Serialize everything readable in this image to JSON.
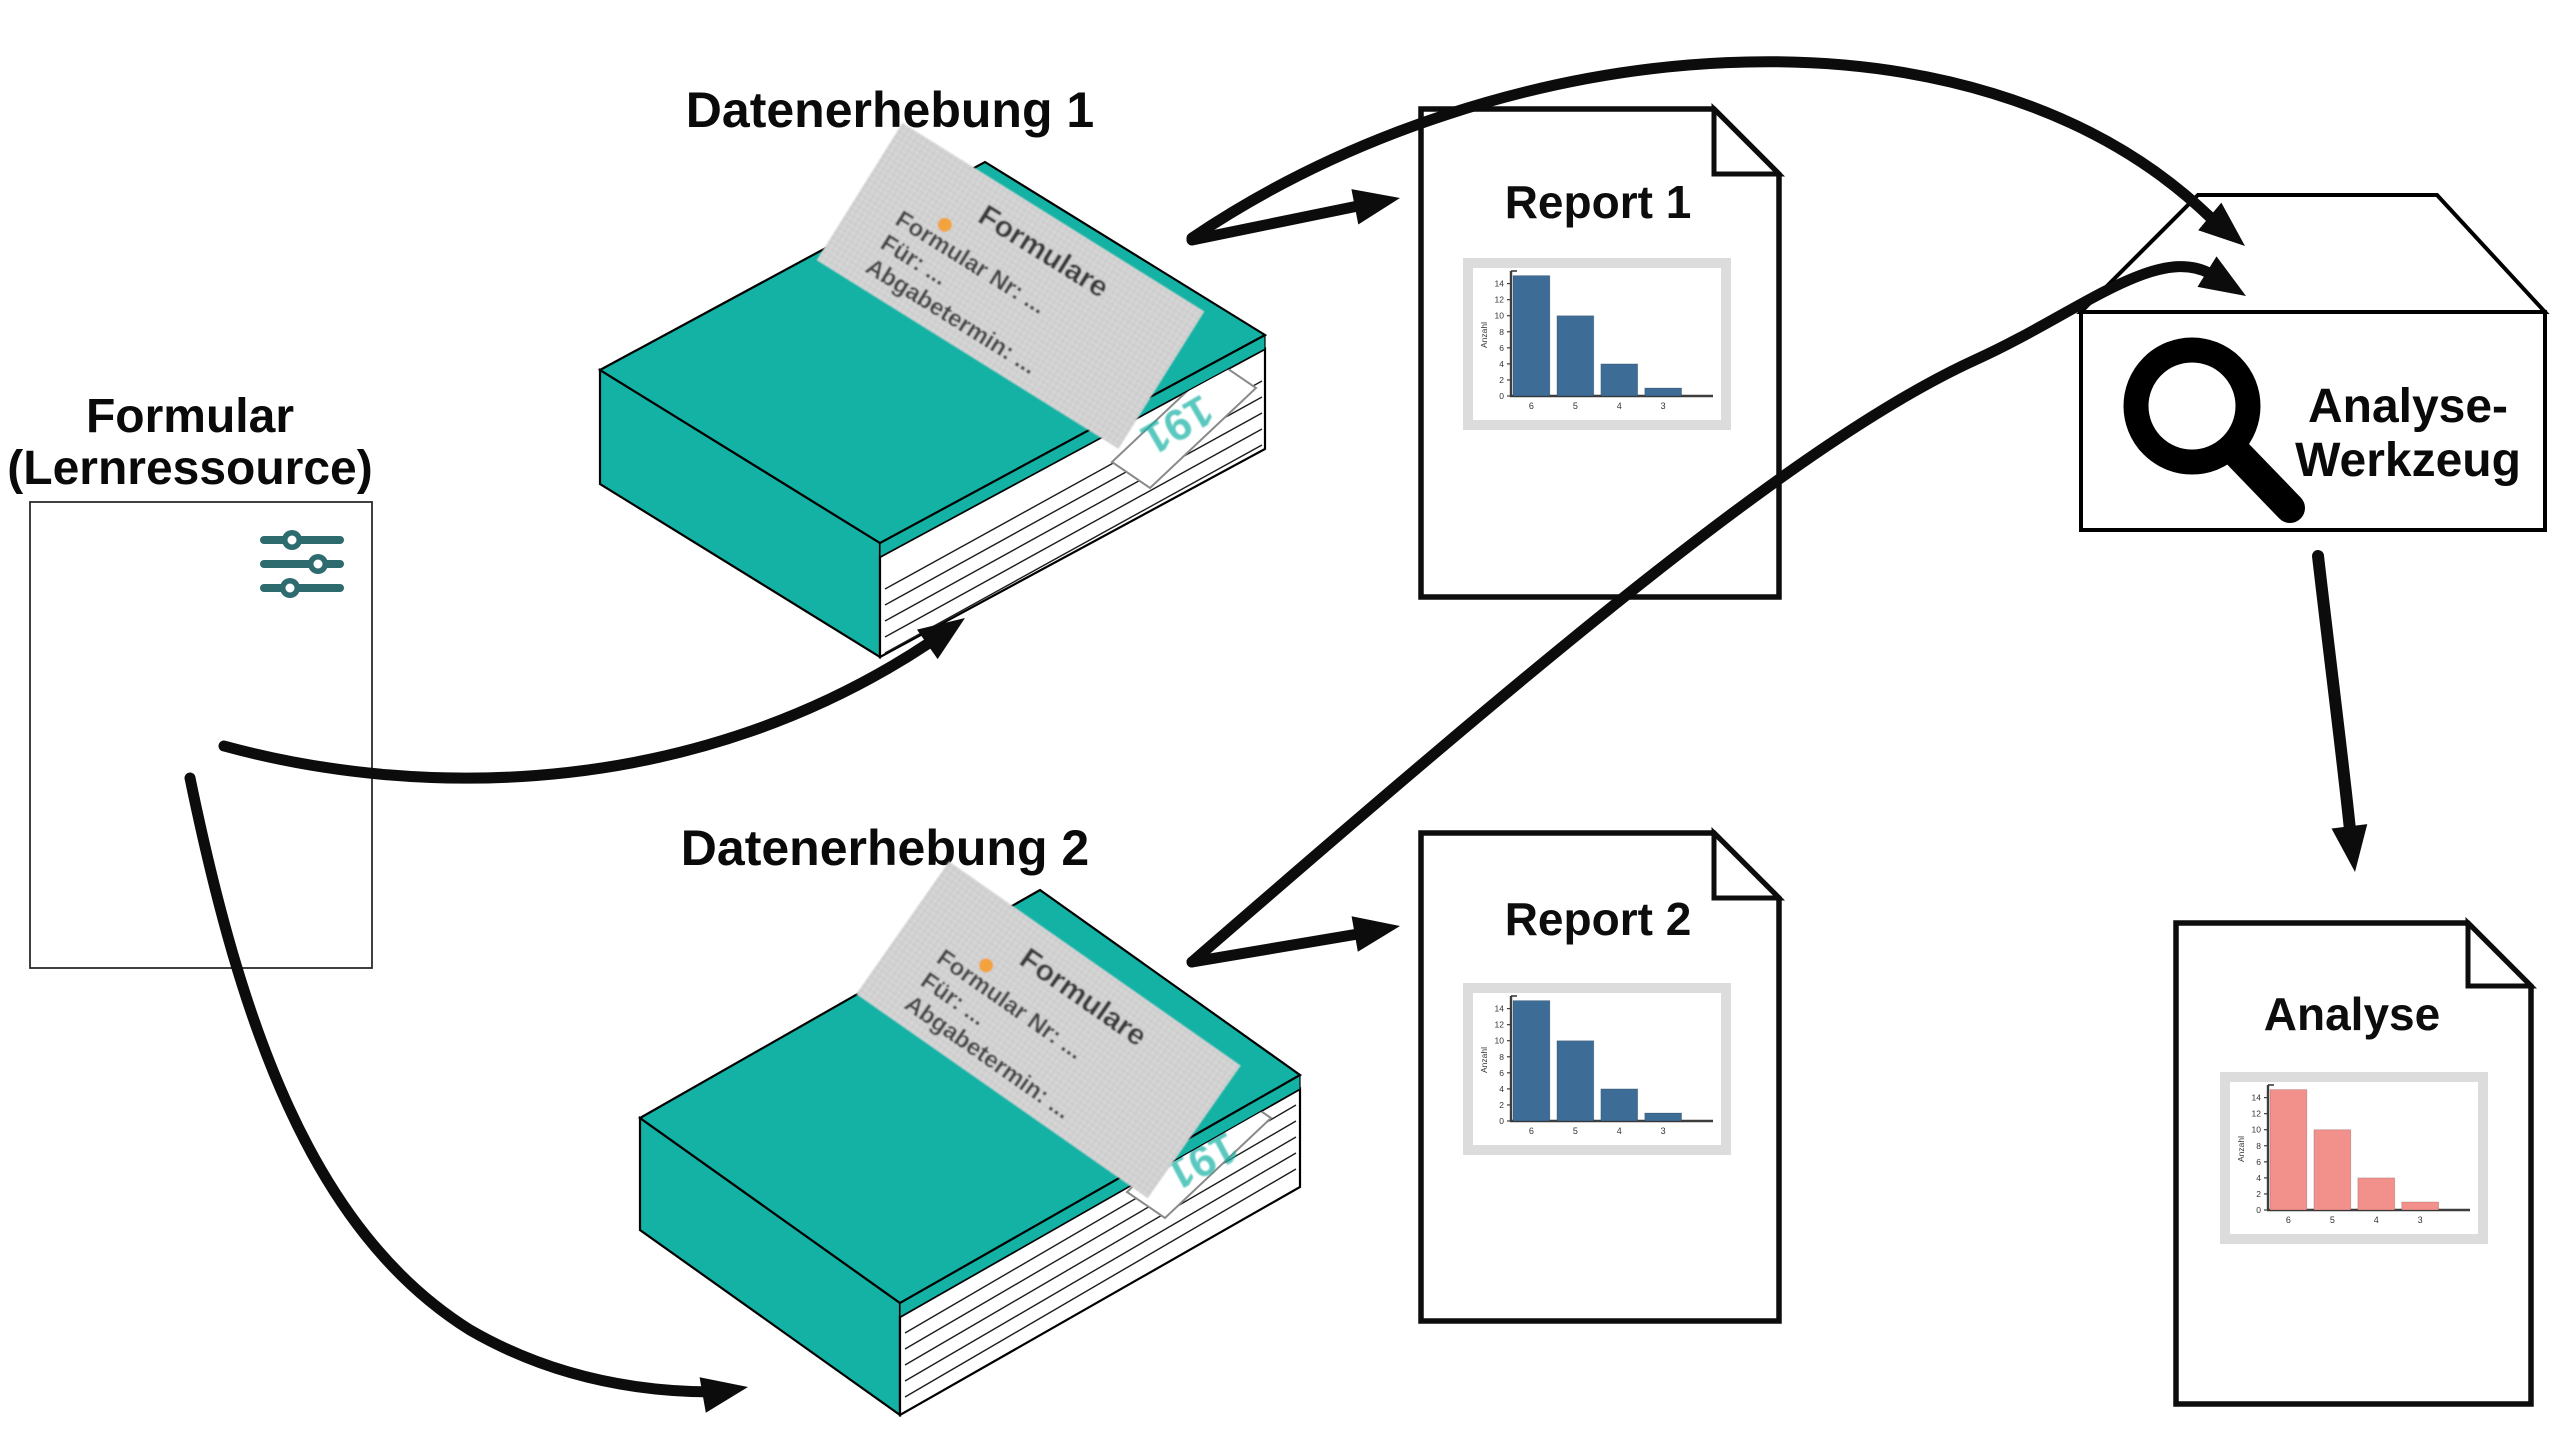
{
  "colors": {
    "teal": "#14b2a4",
    "icon_teal": "#2d6b6f",
    "orange": "#f2a33c",
    "label_gray": "#d6d6d6",
    "bar_blue": "#3d6c96",
    "bar_pink": "#f2908c",
    "arrow_black": "#0c0c0c"
  },
  "formular": {
    "title_line1": "Formular",
    "title_line2": "(Lernressource)",
    "icon": "sliders-icon"
  },
  "datenerhebung1": {
    "heading": "Datenerhebung 1",
    "cover": {
      "title": "Formulare",
      "line1": "Formular Nr: ...",
      "line2": "Für: ...",
      "line3": "Abgabetermin: ...",
      "page_mark": "191"
    }
  },
  "datenerhebung2": {
    "heading": "Datenerhebung 2",
    "cover": {
      "title": "Formulare",
      "line1": "Formular Nr: ...",
      "line2": "Für: ...",
      "line3": "Abgabetermin: ...",
      "page_mark": "191"
    }
  },
  "report1": {
    "title": "Report 1"
  },
  "report2": {
    "title": "Report 2"
  },
  "analysis_tool": {
    "title_line1": "Analyse-",
    "title_line2": "Werkzeug",
    "icon": "magnifier-icon"
  },
  "analysis_doc": {
    "title": "Analyse"
  },
  "chart_data": [
    {
      "id": "report1-chart",
      "type": "bar",
      "categories": [
        "6",
        "5",
        "4",
        "3"
      ],
      "values": [
        15,
        10,
        4,
        1
      ],
      "title": "",
      "xlabel": "",
      "ylabel": "Anzahl",
      "yticks": [
        0,
        2,
        4,
        6,
        8,
        10,
        12,
        14
      ],
      "ylim": [
        0,
        15
      ],
      "grid": false,
      "legend": false,
      "bar_color": "#3d6c96"
    },
    {
      "id": "report2-chart",
      "type": "bar",
      "categories": [
        "6",
        "5",
        "4",
        "3"
      ],
      "values": [
        15,
        10,
        4,
        1
      ],
      "title": "",
      "xlabel": "",
      "ylabel": "Anzahl",
      "yticks": [
        0,
        2,
        4,
        6,
        8,
        10,
        12,
        14
      ],
      "ylim": [
        0,
        15
      ],
      "grid": false,
      "legend": false,
      "bar_color": "#3d6c96"
    },
    {
      "id": "analyse-chart",
      "type": "bar",
      "categories": [
        "6",
        "5",
        "4",
        "3"
      ],
      "values": [
        15,
        10,
        4,
        1
      ],
      "title": "",
      "xlabel": "",
      "ylabel": "Anzahl",
      "yticks": [
        0,
        2,
        4,
        6,
        8,
        10,
        12,
        14
      ],
      "ylim": [
        0,
        15
      ],
      "grid": false,
      "legend": false,
      "bar_color": "#f2908c"
    }
  ]
}
